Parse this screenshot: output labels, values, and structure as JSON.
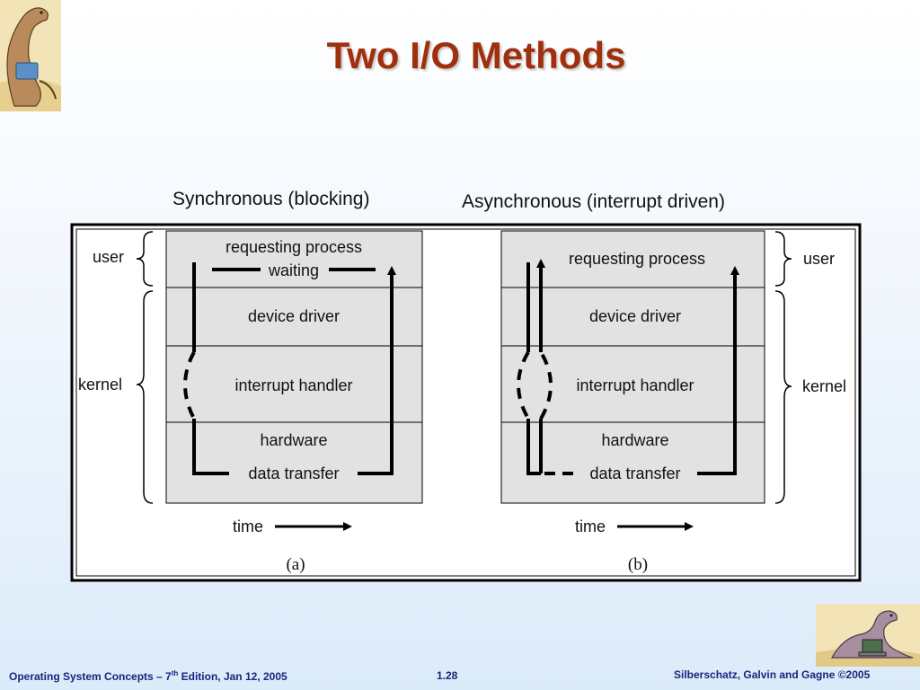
{
  "title": "Two I/O Methods",
  "captions": {
    "a": "Synchronous (blocking)",
    "b": "Asynchronous (interrupt driven)"
  },
  "diagram": {
    "sync": {
      "layers": {
        "user": "user",
        "kernel": "kernel"
      },
      "rows": {
        "requesting_process": "requesting process",
        "waiting": "waiting",
        "device_driver": "device driver",
        "interrupt_handler": "interrupt handler",
        "hardware": "hardware",
        "data_transfer": "data transfer"
      },
      "time_label": "time",
      "sub_label": "(a)"
    },
    "async": {
      "layers": {
        "user": "user",
        "kernel": "kernel"
      },
      "rows": {
        "requesting_process": "requesting process",
        "device_driver": "device driver",
        "interrupt_handler": "interrupt handler",
        "hardware": "hardware",
        "data_transfer": "data transfer"
      },
      "time_label": "time",
      "sub_label": "(b)"
    }
  },
  "footer": {
    "left_prefix": "Operating System Concepts – 7",
    "left_sup": "th",
    "left_suffix": " Edition, Jan 12, 2005",
    "page": "1.28",
    "right": "Silberschatz, Galvin and Gagne ©2005"
  },
  "colors": {
    "title": "#a0300d",
    "footer": "#1a237e",
    "panel": "#e2e2e2",
    "line": "#000000"
  },
  "icons": {
    "top_left": "dinosaur-reading-logo",
    "bottom_right": "dinosaur-laptop-logo"
  }
}
